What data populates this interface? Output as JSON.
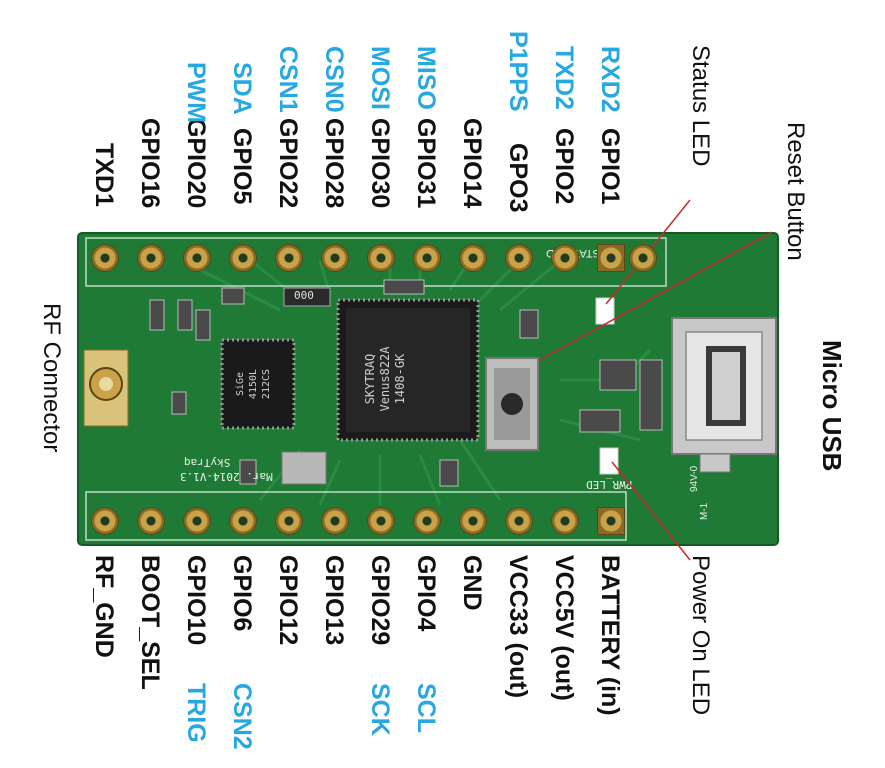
{
  "top_pins": [
    {
      "black": "TXD1",
      "blue": ""
    },
    {
      "black": "GPIO16",
      "blue": ""
    },
    {
      "black": "GPIO20",
      "blue": "PWM"
    },
    {
      "black": "GPIO5",
      "blue": "SDA"
    },
    {
      "black": "GPIO22",
      "blue": "CSN1"
    },
    {
      "black": "GPIO28",
      "blue": "CSN0"
    },
    {
      "black": "GPIO30",
      "blue": "MOSI"
    },
    {
      "black": "GPIO31",
      "blue": "MISO"
    },
    {
      "black": "GPIO14",
      "blue": ""
    },
    {
      "black": "GPO3",
      "blue": "P1PPS"
    },
    {
      "black": "GPIO2",
      "blue": "TXD2"
    },
    {
      "black": "GPIO1",
      "blue": "RXD2"
    }
  ],
  "bottom_pins": [
    {
      "black": "RF_GND",
      "blue": ""
    },
    {
      "black": "BOOT_SEL",
      "blue": ""
    },
    {
      "black": "GPIO10",
      "blue": "TRIG"
    },
    {
      "black": "GPIO6",
      "blue": "CSN2"
    },
    {
      "black": "GPIO12",
      "blue": ""
    },
    {
      "black": "GPIO13",
      "blue": ""
    },
    {
      "black": "GPIO29",
      "blue": "SCK"
    },
    {
      "black": "GPIO4",
      "blue": "SCL"
    },
    {
      "black": "GND",
      "blue": ""
    },
    {
      "black": "VCC33 (out)",
      "blue": ""
    },
    {
      "black": "VCC5V (out)",
      "blue": ""
    },
    {
      "black": "BATTERY (in)",
      "blue": ""
    }
  ],
  "callouts": {
    "status_led": "Status LED",
    "reset_button": "Reset Button",
    "power_on_led": "Power On LED",
    "rf_connector": "RF Connector",
    "micro_usb": "Micro USB"
  },
  "board_silk": {
    "chip_main_line1": "SKYTRAQ",
    "chip_main_line2": "Venus822A",
    "chip_main_line3": "1408-GK",
    "chip_lna_line1": "SiGe",
    "chip_lna_line2": "4150L",
    "chip_lna_line3": "212CS",
    "resistor": "000",
    "stat_led": "STAT_LED",
    "pwr_led": "PWR_LED",
    "revision": "Mar. 2014-V1.3",
    "brand": "SkyTraq",
    "rating": "94V-0",
    "mark": "M-1"
  },
  "colors": {
    "pcb": "#1f7a35",
    "pcb_dark": "#145a25",
    "gold": "#c9a24a",
    "blue_label": "#29a8e0"
  }
}
